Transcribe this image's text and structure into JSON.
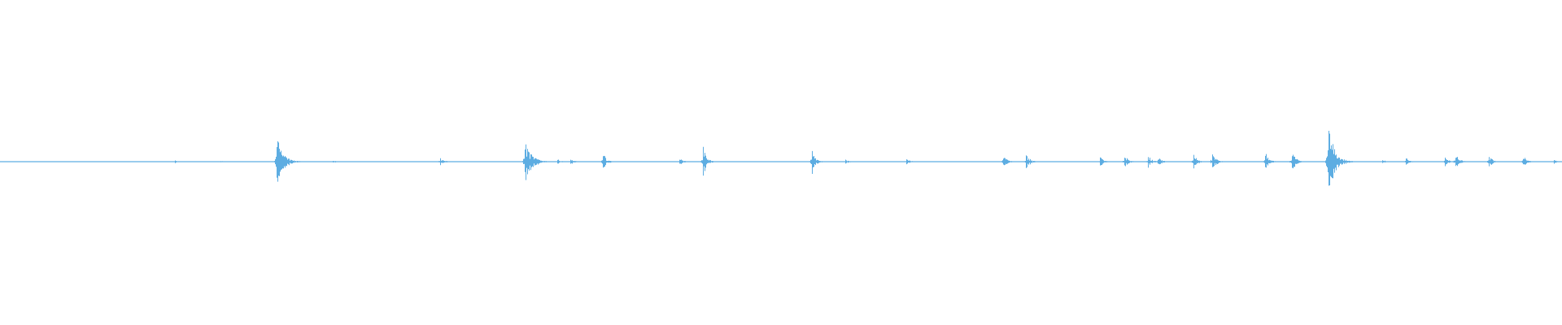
{
  "waveform": {
    "color": "#5dade2",
    "background": "#ffffff",
    "baseline_amplitude": 0.006,
    "events": [
      {
        "t": 0.112,
        "amp": 0.03
      },
      {
        "t": 0.141,
        "amp": 0.02
      },
      {
        "t": 0.177,
        "amp": 0.48
      },
      {
        "t": 0.213,
        "amp": 0.03
      },
      {
        "t": 0.282,
        "amp": 0.08
      },
      {
        "t": 0.336,
        "amp": 0.42
      },
      {
        "t": 0.357,
        "amp": 0.05
      },
      {
        "t": 0.365,
        "amp": 0.06
      },
      {
        "t": 0.386,
        "amp": 0.16
      },
      {
        "t": 0.435,
        "amp": 0.08
      },
      {
        "t": 0.45,
        "amp": 0.3
      },
      {
        "t": 0.52,
        "amp": 0.22
      },
      {
        "t": 0.541,
        "amp": 0.04
      },
      {
        "t": 0.58,
        "amp": 0.06
      },
      {
        "t": 0.642,
        "amp": 0.14
      },
      {
        "t": 0.657,
        "amp": 0.16
      },
      {
        "t": 0.704,
        "amp": 0.1
      },
      {
        "t": 0.72,
        "amp": 0.14
      },
      {
        "t": 0.735,
        "amp": 0.12
      },
      {
        "t": 0.741,
        "amp": 0.1
      },
      {
        "t": 0.764,
        "amp": 0.14
      },
      {
        "t": 0.776,
        "amp": 0.2
      },
      {
        "t": 0.81,
        "amp": 0.18
      },
      {
        "t": 0.827,
        "amp": 0.22
      },
      {
        "t": 0.85,
        "amp": 0.7
      },
      {
        "t": 0.885,
        "amp": 0.05
      },
      {
        "t": 0.9,
        "amp": 0.07
      },
      {
        "t": 0.925,
        "amp": 0.09
      },
      {
        "t": 0.932,
        "amp": 0.16
      },
      {
        "t": 0.953,
        "amp": 0.12
      },
      {
        "t": 0.975,
        "amp": 0.14
      },
      {
        "t": 0.995,
        "amp": 0.04
      }
    ]
  }
}
